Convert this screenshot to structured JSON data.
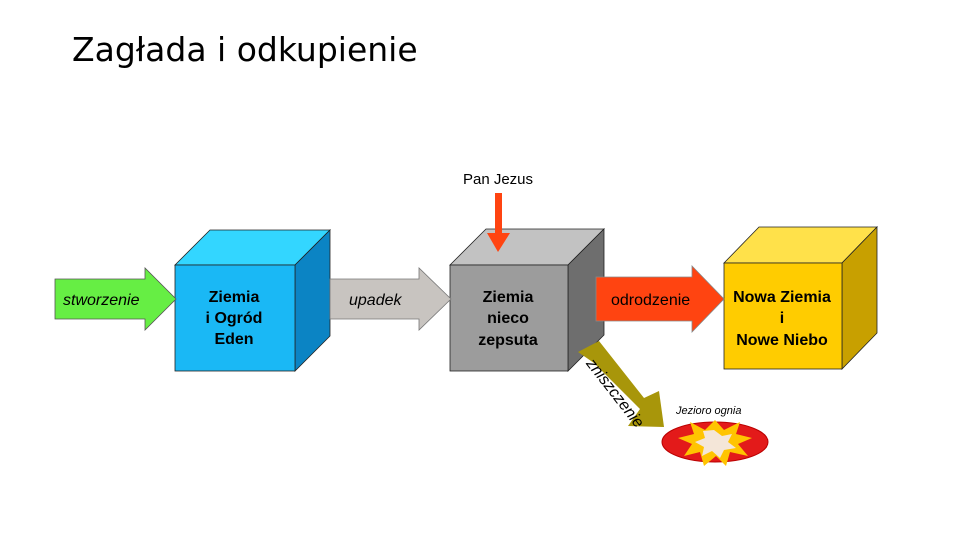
{
  "slide": {
    "title": "Zagłada i odkupienie"
  },
  "diagram": {
    "top_label": "Pan Jezus",
    "arrows": {
      "creation": "stworzenie",
      "fall": "upadek",
      "rebirth": "odrodzenie",
      "destruction": "zniszczenie"
    },
    "boxes": {
      "eden": [
        "Ziemia",
        "i Ogród",
        "Eden"
      ],
      "corrupted": [
        "Ziemia",
        "nieco",
        "zepsuta"
      ],
      "new": [
        "Nowa Ziemia",
        "i",
        "Nowe Niebo"
      ]
    },
    "lake_label": "Jezioro ognia"
  },
  "colors": {
    "eden_front": "#1ab8f5",
    "eden_top": "#33d6ff",
    "eden_side": "#0b84c4",
    "corrupted_front": "#9c9c9c",
    "corrupted_top": "#c2c2c2",
    "corrupted_side": "#6e6e6e",
    "new_front": "#ffcc00",
    "new_top": "#ffe14a",
    "new_side": "#c8a000",
    "green_arrow": "#66ee44",
    "grey_arrow": "#c8c4c0",
    "red_arrow": "#ff4411",
    "olive_arrow": "#a8960a",
    "lake_red": "#e31a1a"
  }
}
